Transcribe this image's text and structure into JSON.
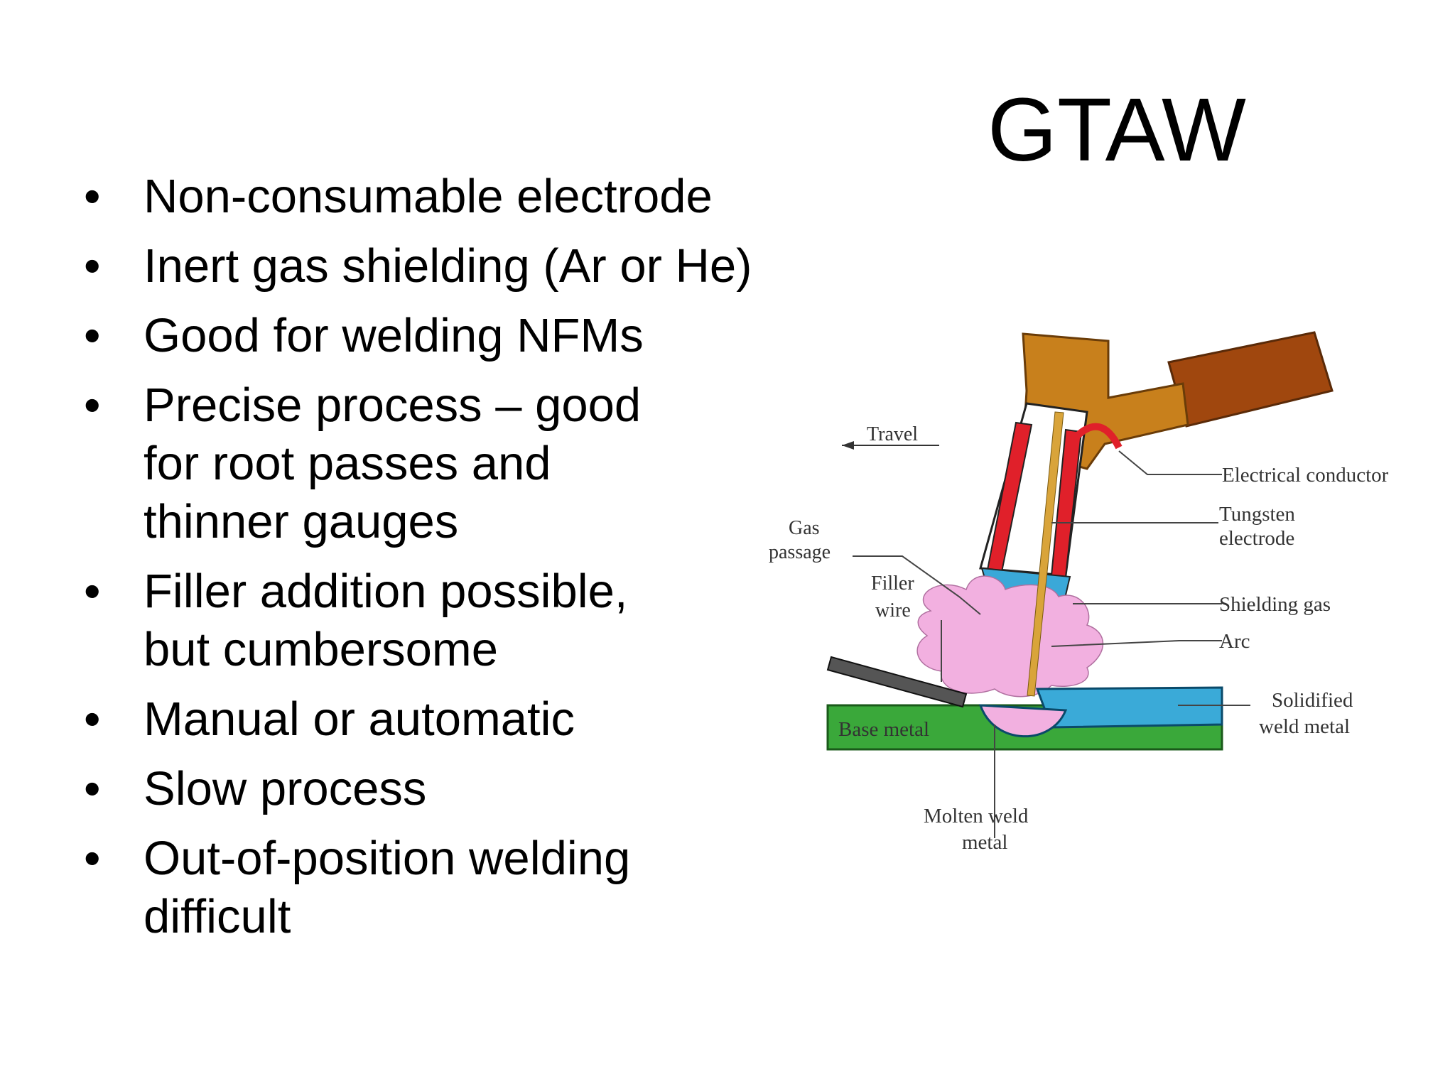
{
  "slide": {
    "title": "GTAW",
    "bullet_glyph": "•",
    "bullets": [
      "Non-consumable electrode",
      "Inert gas shielding (Ar or He)",
      "Good for welding NFMs",
      "Precise process – good\nfor  root passes and\nthinner gauges",
      "Filler addition possible,\nbut cumbersome",
      "Manual or automatic",
      "Slow process",
      "Out-of-position welding\ndifficult"
    ]
  },
  "diagram": {
    "labels": {
      "travel": "Travel",
      "gas_passage_1": "Gas",
      "gas_passage_2": "passage",
      "filler_wire_1": "Filler",
      "filler_wire_2": "wire",
      "electrical_conductor": "Electrical  conductor",
      "tungsten_electrode_1": "Tungsten",
      "tungsten_electrode_2": "electrode",
      "shielding_gas": "Shielding  gas",
      "arc": "Arc",
      "solidified_weld_metal_1": "Solidified",
      "solidified_weld_metal_2": "weld  metal",
      "base_metal": "Base  metal",
      "molten_weld_metal_1": "Molten  weld",
      "molten_weld_metal_2": "metal"
    },
    "colors": {
      "torch_handle": "#c8801c",
      "cable": "#a0470e",
      "nozzle_red": "#e0202a",
      "shield_blue": "#3aa8d8",
      "arc_pink": "#f2b0e0",
      "base_green": "#3aa83a",
      "weld_blue": "#3aaad8",
      "filler_gray": "#555555",
      "electrode_gold": "#d9a43a"
    }
  }
}
